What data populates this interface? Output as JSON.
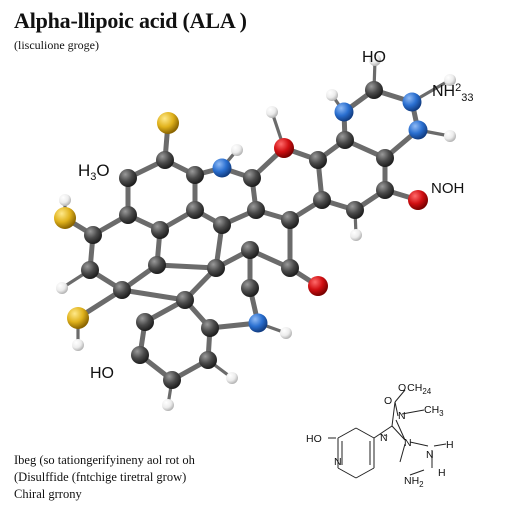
{
  "title": "Alpha-llipoic acid (ALA )",
  "subtitle": "(lisculione groge)",
  "model_labels": {
    "ho_top": "HO",
    "nh2_top": "NH",
    "nh2_top_sub": "2",
    "nh2_top_sub2": "33",
    "h3o_left": "H",
    "h3o_left_sub": "3",
    "h3o_left_tail": "O",
    "noh_right": "NOH",
    "ho_bottom": "HO"
  },
  "schematic_labels": {
    "och": "O",
    "och_tail": "CH",
    "och_sub": "24",
    "o_mid": "O",
    "n_top": "N",
    "ch3": "CH",
    "ch3_sub": "3",
    "ho": "HO",
    "n_ring": "N",
    "n_center": "N",
    "n_right": "N",
    "h_right": "H",
    "nh2_bottom": "NH",
    "nh2_bottom_sub": "2",
    "n_bottom": "N",
    "h_bottom": "H"
  },
  "legend": [
    "Ibeg (so tationgerifyineny aol rot oh",
    "(Disulffide (fntchige tiretral grow)",
    "Chiral grrony"
  ],
  "colors": {
    "carbon": "#4a4a4a",
    "hydrogen": "#f2f2f2",
    "oxygen": "#d10f12",
    "nitrogen": "#2a6fd0",
    "sulfur": "#e0b21c",
    "bond": "#6b6b6b"
  }
}
